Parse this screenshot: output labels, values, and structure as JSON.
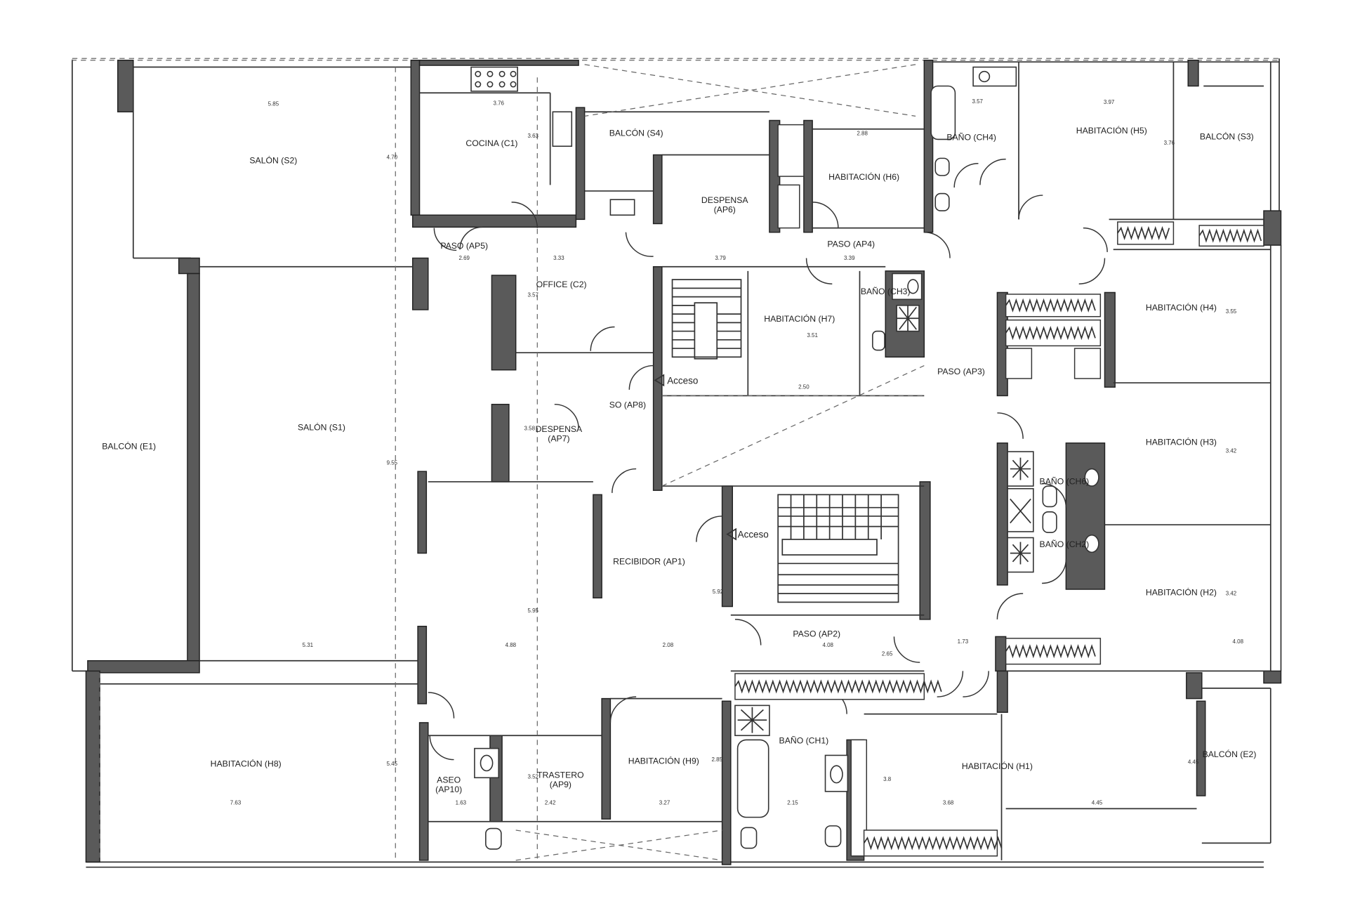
{
  "rooms": [
    {
      "id": "salon-s2",
      "label": "SALÓN (S2)"
    },
    {
      "id": "cocina-c1",
      "label": "COCINA (C1)"
    },
    {
      "id": "balcon-s4",
      "label": "BALCÓN (S4)"
    },
    {
      "id": "despensa-ap6",
      "label": "DESPENSA\n(AP6)"
    },
    {
      "id": "habitacion-h6",
      "label": "HABITACIÓN (H6)"
    },
    {
      "id": "bano-ch4",
      "label": "BAÑO (CH4)"
    },
    {
      "id": "habitacion-h5",
      "label": "HABITACIÓN (H5)"
    },
    {
      "id": "balcon-s3",
      "label": "BALCÓN (S3)"
    },
    {
      "id": "paso-ap5",
      "label": "PASO (AP5)"
    },
    {
      "id": "paso-ap4",
      "label": "PASO (AP4)"
    },
    {
      "id": "office-c2",
      "label": "OFFICE (C2)"
    },
    {
      "id": "bano-ch3",
      "label": "BAÑO (CH3)"
    },
    {
      "id": "habitacion-h7",
      "label": "HABITACIÓN (H7)"
    },
    {
      "id": "habitacion-h4",
      "label": "HABITACIÓN (H4)"
    },
    {
      "id": "paso-ap3",
      "label": "PASO (AP3)"
    },
    {
      "id": "balcon-e1",
      "label": "BALCÓN (E1)"
    },
    {
      "id": "salon-s1",
      "label": "SALÓN (S1)"
    },
    {
      "id": "paso-ap8",
      "label": "SO (AP8)"
    },
    {
      "id": "despensa-ap7",
      "label": "DESPENSA\n(AP7)"
    },
    {
      "id": "habitacion-h3",
      "label": "HABITACIÓN (H3)"
    },
    {
      "id": "bano-ch6",
      "label": "BAÑO (CH6)"
    },
    {
      "id": "bano-ch2",
      "label": "BAÑO (CH2)"
    },
    {
      "id": "recibidor-ap1",
      "label": "RECIBIDOR (AP1)"
    },
    {
      "id": "habitacion-h2",
      "label": "HABITACIÓN (H2)"
    },
    {
      "id": "paso-ap2",
      "label": "PASO (AP2)"
    },
    {
      "id": "habitacion-h8",
      "label": "HABITACIÓN (H8)"
    },
    {
      "id": "aseo-ap10",
      "label": "ASEO\n(AP10)"
    },
    {
      "id": "trastero-ap9",
      "label": "TRASTERO\n(AP9)"
    },
    {
      "id": "habitacion-h9",
      "label": "HABITACIÓN (H9)"
    },
    {
      "id": "bano-ch1",
      "label": "BAÑO (CH1)"
    },
    {
      "id": "habitacion-h1",
      "label": "HABITACIÓN (H1)"
    },
    {
      "id": "balcon-e2",
      "label": "BALCÓN (E2)"
    }
  ],
  "access": {
    "upper": "Acceso",
    "lower": "Acceso"
  },
  "dimensions": [
    "5.85",
    "3.76",
    "3.57",
    "2.88",
    "3.97",
    "4.70",
    "3.63",
    "3.76",
    "2.69",
    "3.33",
    "3.79",
    "3.39",
    "3.57",
    "3.55",
    "3.51",
    "2.50",
    "3.58",
    "9.55",
    "3.42",
    "3.42",
    "5.31",
    "4.88",
    "5.95",
    "2.08",
    "4.08",
    "5.92",
    "2.65",
    "1.73",
    "4.08",
    "7.63",
    "5.45",
    "1.63",
    "2.42",
    "3.52",
    "3.27",
    "2.85",
    "2.15",
    "3.8",
    "3.68",
    "4.45",
    "4.45"
  ]
}
